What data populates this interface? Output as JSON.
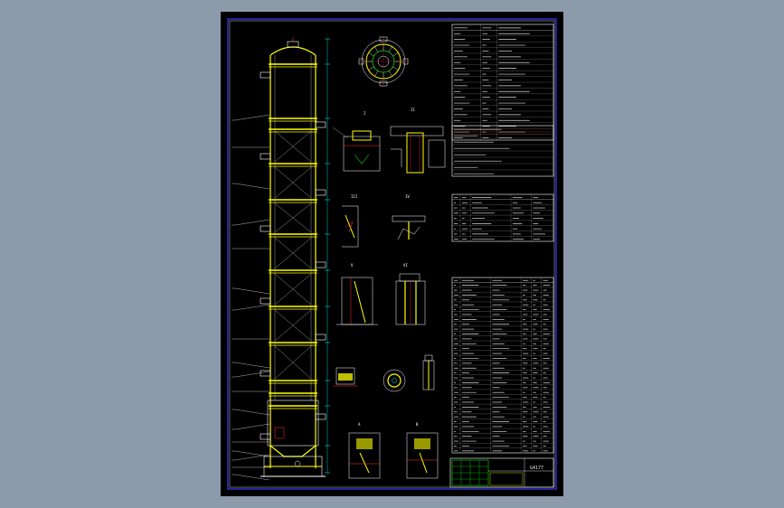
{
  "view": {
    "background_color": "#8d9aaa",
    "paper_color": "#000000",
    "border_color": "#3b3bff",
    "vessel_color": "#ffff00",
    "line_color": "#ffffff",
    "dim_color": "#00ffff",
    "accent_color": "#ff3030",
    "green_color": "#00e000"
  },
  "title_block": {
    "drawing_title": "G4177"
  },
  "sections": {
    "detail_top_markers": [
      "I",
      "II"
    ],
    "detail_mid_markers": [
      "III",
      "IV"
    ],
    "detail_low_markers": [
      "V",
      "VI"
    ],
    "detail_bottom_markers": [
      "A",
      "B"
    ]
  }
}
